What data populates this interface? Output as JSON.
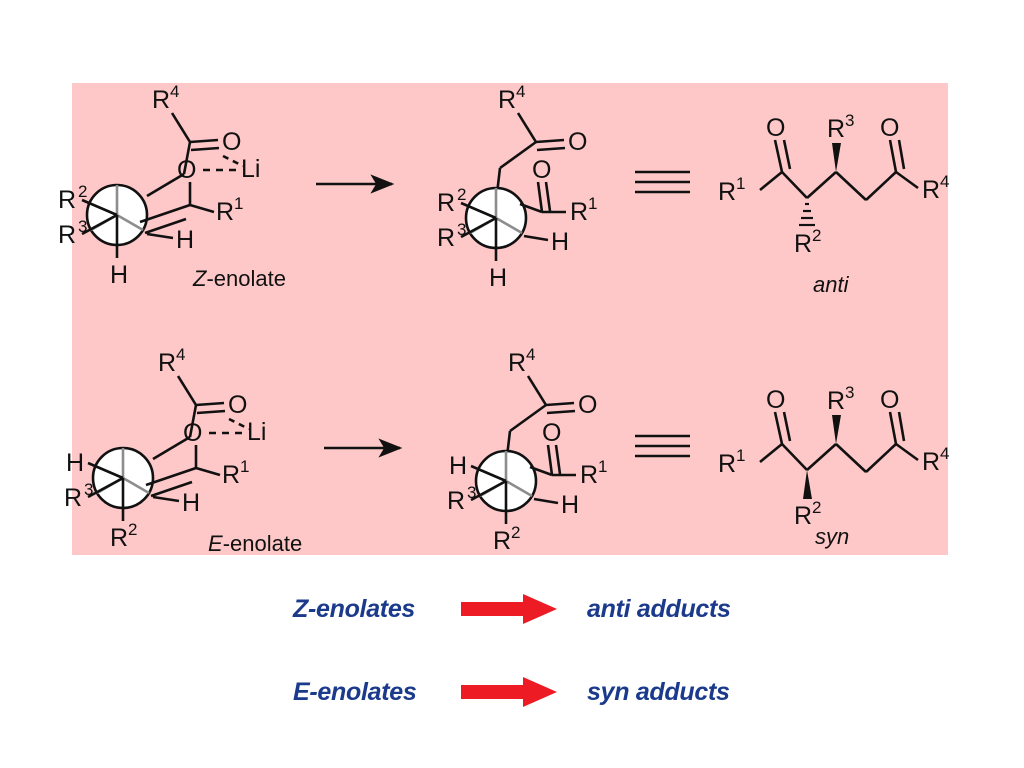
{
  "figure": {
    "title": "Z/E-enolate stereochemical outcome scheme",
    "panel_background": "#ffc8c8",
    "bond_color": "#111111",
    "accent_red": "#ed1b24",
    "accent_blue": "#1b3a8c"
  },
  "chart_data": {
    "type": "diagram",
    "title": "Z-enolates give anti adducts; E-enolates give syn adducts",
    "rows": [
      {
        "id": "row-z",
        "reactant_label": "Z-enolate",
        "product_label": "anti",
        "reactant_substituents": {
          "upper_left": "R2",
          "lower_left": "R3",
          "bottom": "H",
          "right": "H",
          "acyl": "R1",
          "chain_terminus": "R4",
          "counterion": "Li"
        },
        "adduct_stereo": {
          "R3": "wedge",
          "R2": "hash"
        }
      },
      {
        "id": "row-e",
        "reactant_label": "E-enolate",
        "product_label": "syn",
        "reactant_substituents": {
          "upper_left": "H",
          "lower_left": "R3",
          "bottom": "R2",
          "right": "H",
          "acyl": "R1",
          "chain_terminus": "R4",
          "counterion": "Li"
        },
        "adduct_stereo": {
          "R3": "wedge",
          "R2": "wedge"
        }
      }
    ]
  },
  "atoms": {
    "oxygen": "O",
    "hydrogen": "H",
    "lithium": "Li",
    "r1_base": "R",
    "r1_sup": "1",
    "r2_base": "R",
    "r2_sup": "2",
    "r3_base": "R",
    "r3_sup": "3",
    "r4_base": "R",
    "r4_sup": "4"
  },
  "labels": {
    "z_enolate_italic": "Z",
    "z_enolate_rest": "-enolate",
    "e_enolate_italic": "E",
    "e_enolate_rest": "-enolate",
    "anti": "anti",
    "syn": "syn"
  },
  "legend": {
    "rows": [
      {
        "from": "Z-enolates",
        "to": "anti adducts",
        "arrow": "red-block-arrow"
      },
      {
        "from": "E-enolates",
        "to": "syn adducts",
        "arrow": "red-block-arrow"
      }
    ]
  }
}
